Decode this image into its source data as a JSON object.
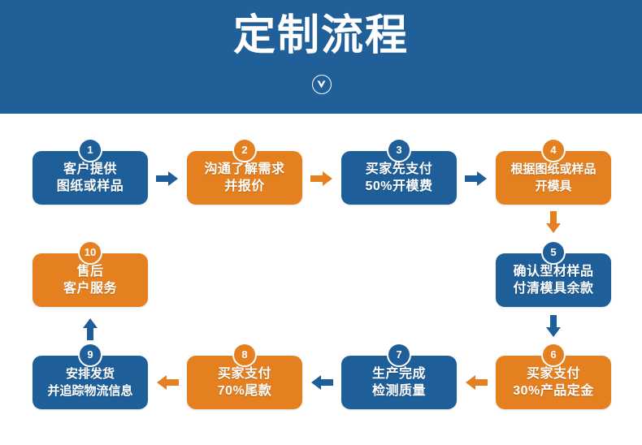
{
  "header": {
    "title": "定制流程",
    "scroll_icon": "chevron-down-circle-icon",
    "background_color": "#215f99",
    "title_color": "#ffffff"
  },
  "theme": {
    "blue": "#1f5f99",
    "orange": "#e4801f",
    "page_background": "#ffffff"
  },
  "flow": {
    "nodes": [
      {
        "number": "1",
        "color": "blue",
        "line1": "客户提供",
        "line2": "图纸或样品"
      },
      {
        "number": "2",
        "color": "orange",
        "line1": "沟通了解需求",
        "line2": "并报价"
      },
      {
        "number": "3",
        "color": "blue",
        "line1": "买家先支付",
        "line2": "50%开模费"
      },
      {
        "number": "4",
        "color": "orange",
        "line1": "根据图纸或样品",
        "line2": "开模具"
      },
      {
        "number": "5",
        "color": "blue",
        "line1": "确认型材样品",
        "line2": "付清模具余款"
      },
      {
        "number": "6",
        "color": "orange",
        "line1": "买家支付",
        "line2": "30%产品定金"
      },
      {
        "number": "7",
        "color": "blue",
        "line1": "生产完成",
        "line2": "检测质量"
      },
      {
        "number": "8",
        "color": "orange",
        "line1": "买家支付",
        "line2": "70%尾款"
      },
      {
        "number": "9",
        "color": "blue",
        "line1": "安排发货",
        "line2": "并追踪物流信息"
      },
      {
        "number": "10",
        "color": "orange",
        "line1": "售后",
        "line2": "客户服务"
      }
    ],
    "connectors": [
      {
        "from": "1",
        "to": "2",
        "direction": "right",
        "color": "blue"
      },
      {
        "from": "2",
        "to": "3",
        "direction": "right",
        "color": "orange"
      },
      {
        "from": "3",
        "to": "4",
        "direction": "right",
        "color": "blue"
      },
      {
        "from": "4",
        "to": "5",
        "direction": "down",
        "color": "orange"
      },
      {
        "from": "5",
        "to": "6",
        "direction": "down",
        "color": "blue"
      },
      {
        "from": "6",
        "to": "7",
        "direction": "left",
        "color": "orange"
      },
      {
        "from": "7",
        "to": "8",
        "direction": "left",
        "color": "blue"
      },
      {
        "from": "8",
        "to": "9",
        "direction": "left",
        "color": "orange"
      },
      {
        "from": "9",
        "to": "10",
        "direction": "up",
        "color": "blue"
      }
    ]
  }
}
